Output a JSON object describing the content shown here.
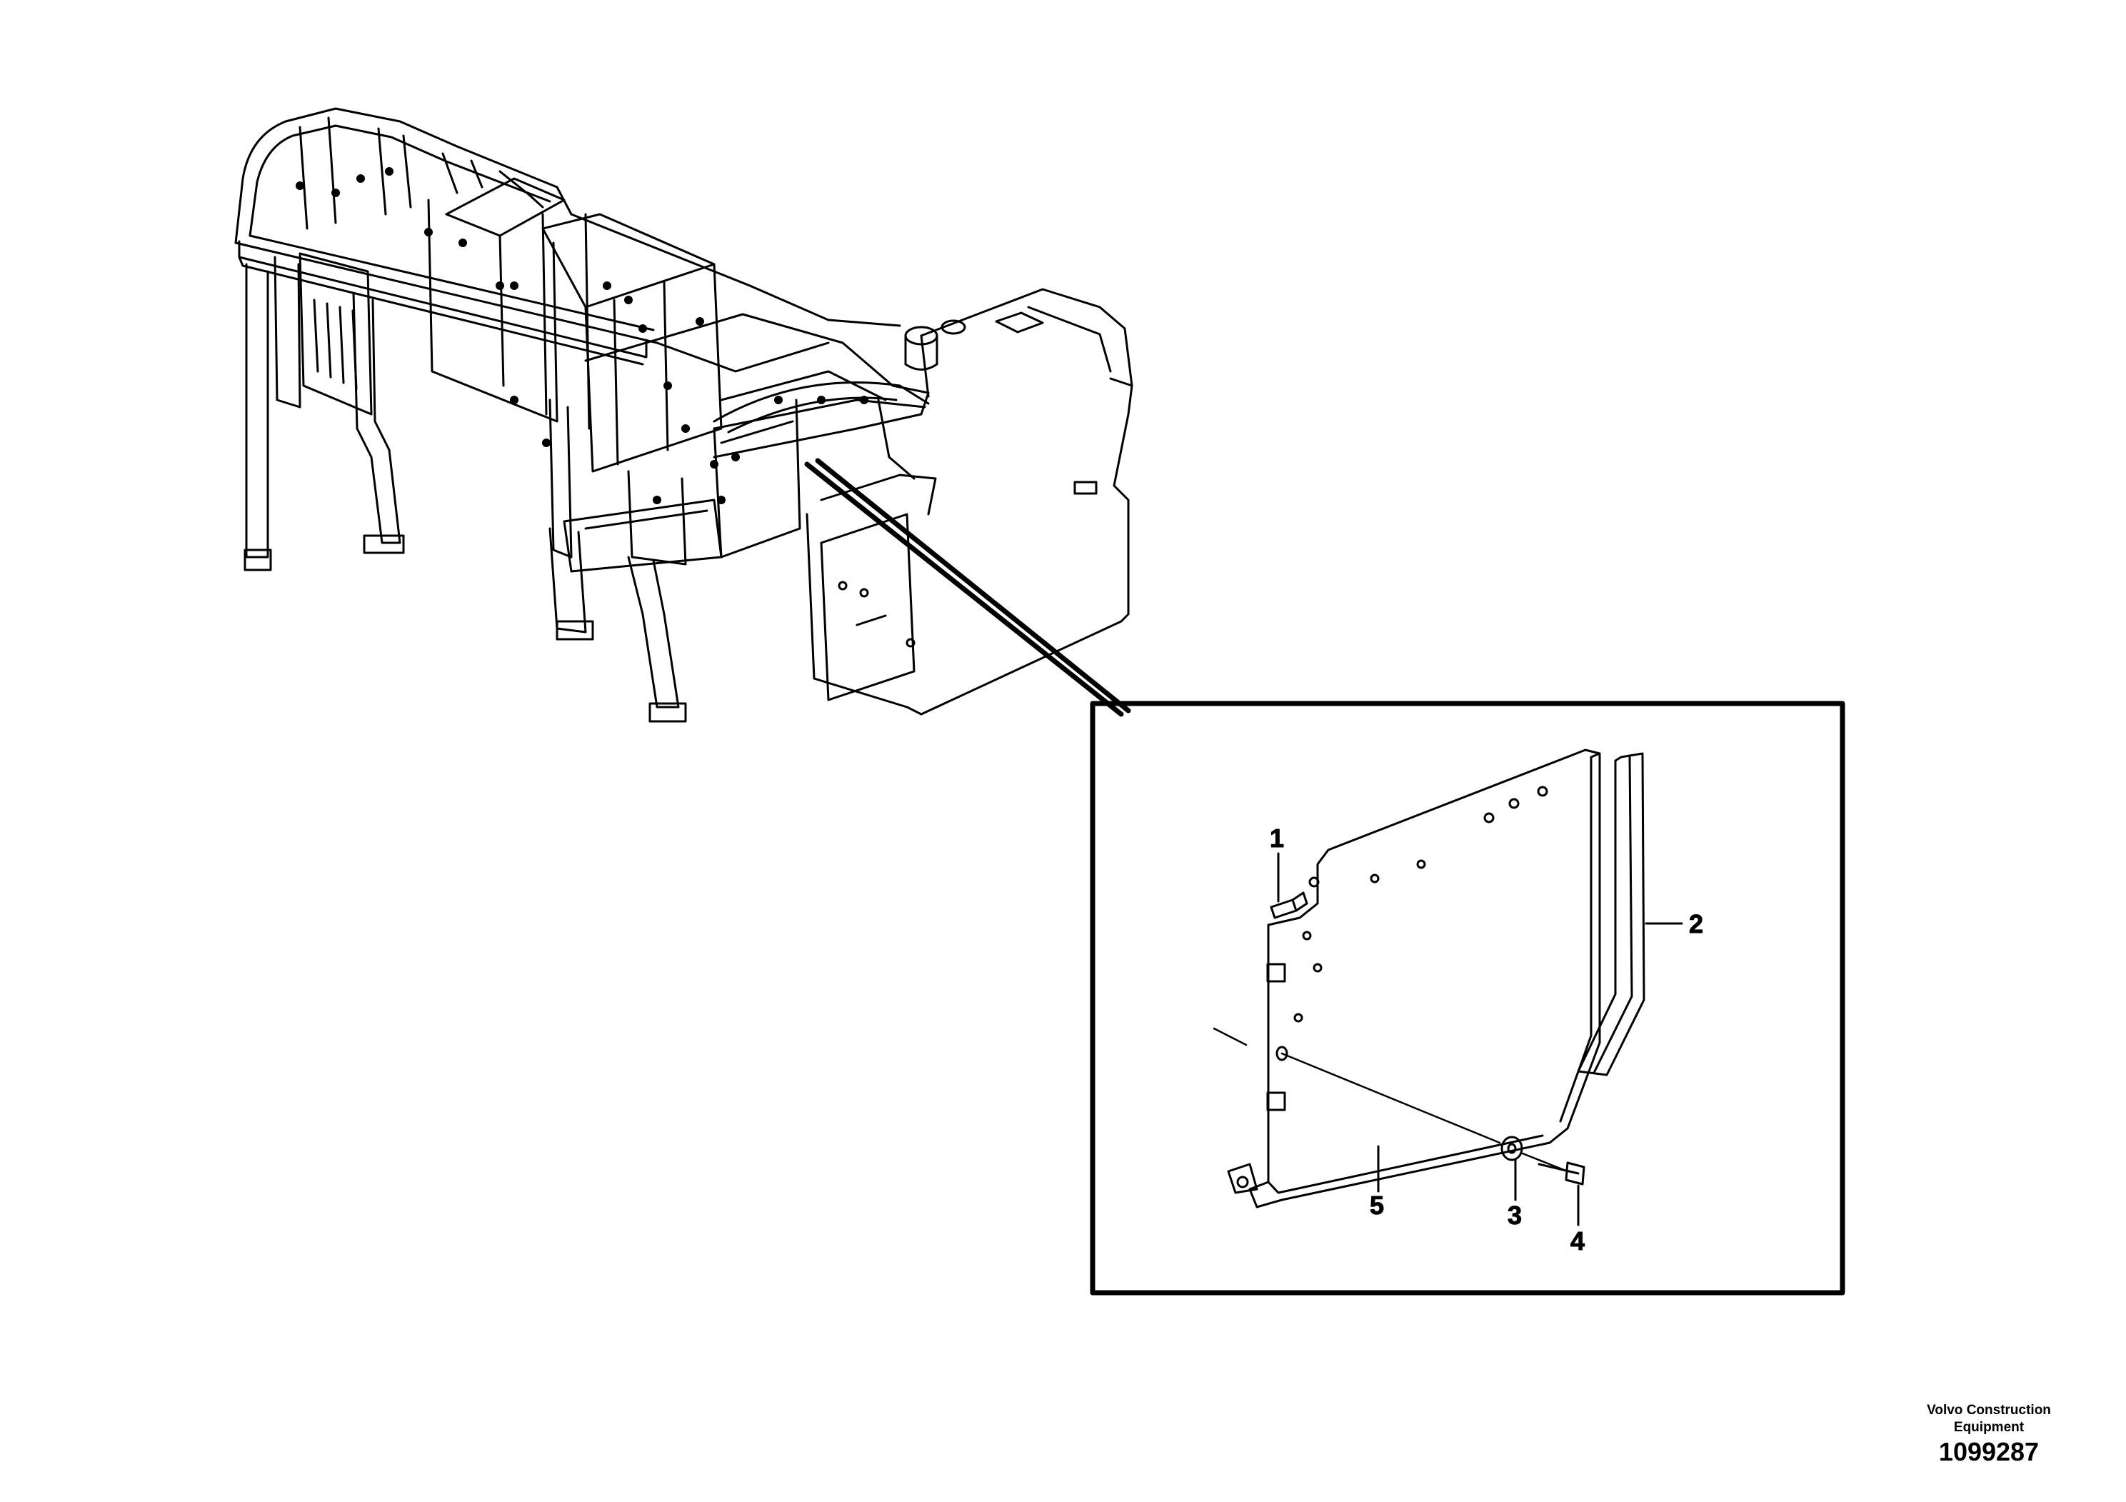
{
  "callouts": {
    "c1": "1",
    "c2": "2",
    "c3": "3",
    "c4": "4",
    "c5": "5"
  },
  "brand": {
    "line1": "Volvo Construction",
    "line2": "Equipment",
    "number": "1099287"
  }
}
